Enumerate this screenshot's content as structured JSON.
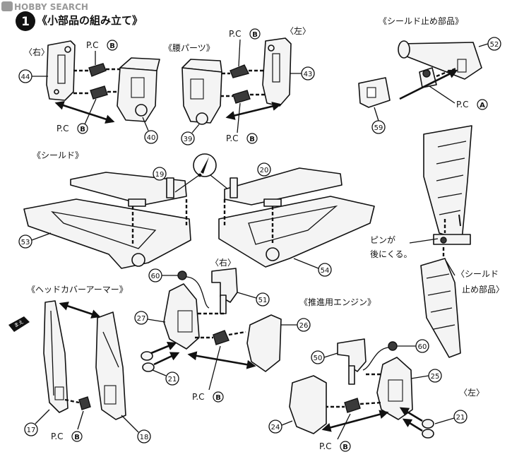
{
  "watermark": "HOBBY SEARCH",
  "step": {
    "number": "1",
    "title": "《小部品の組み立て》"
  },
  "labels": {
    "right_top": "〈右〉",
    "waist": "《腰パーツ》",
    "left_top": "〈左〉",
    "shield_stopper": "《シールド止め部品》",
    "shield": "《シールド》",
    "right_mid": "〈右〉",
    "thruster": "《推進用エンジン》",
    "head_cover": "《ヘッドカバーアーマー》",
    "left_bottom": "〈左〉",
    "pin_note_1": "ピンが",
    "pin_note_2": "後にくる。",
    "shield_stopper_side_1": "〈シールド",
    "shield_stopper_side_2": "止め部品〉",
    "front_tag": "まえ"
  },
  "pc": {
    "prefix": "P.C",
    "B": "B",
    "A": "A"
  },
  "part_numbers": {
    "p44": "44",
    "p40": "40",
    "p39": "39",
    "p43": "43",
    "p52": "52",
    "p59": "59",
    "p19": "19",
    "p20": "20",
    "p53": "53",
    "p54": "54",
    "p60a": "60",
    "p51": "51",
    "p27": "27",
    "p26": "26",
    "p21a": "21",
    "p50": "50",
    "p60b": "60",
    "p25": "25",
    "p24": "24",
    "p21b": "21",
    "p17": "17",
    "p18": "18"
  },
  "colors": {
    "ink": "#111111",
    "paper": "#ffffff",
    "part_fill": "#f4f4f4",
    "watermark": "#9a9a9a"
  }
}
